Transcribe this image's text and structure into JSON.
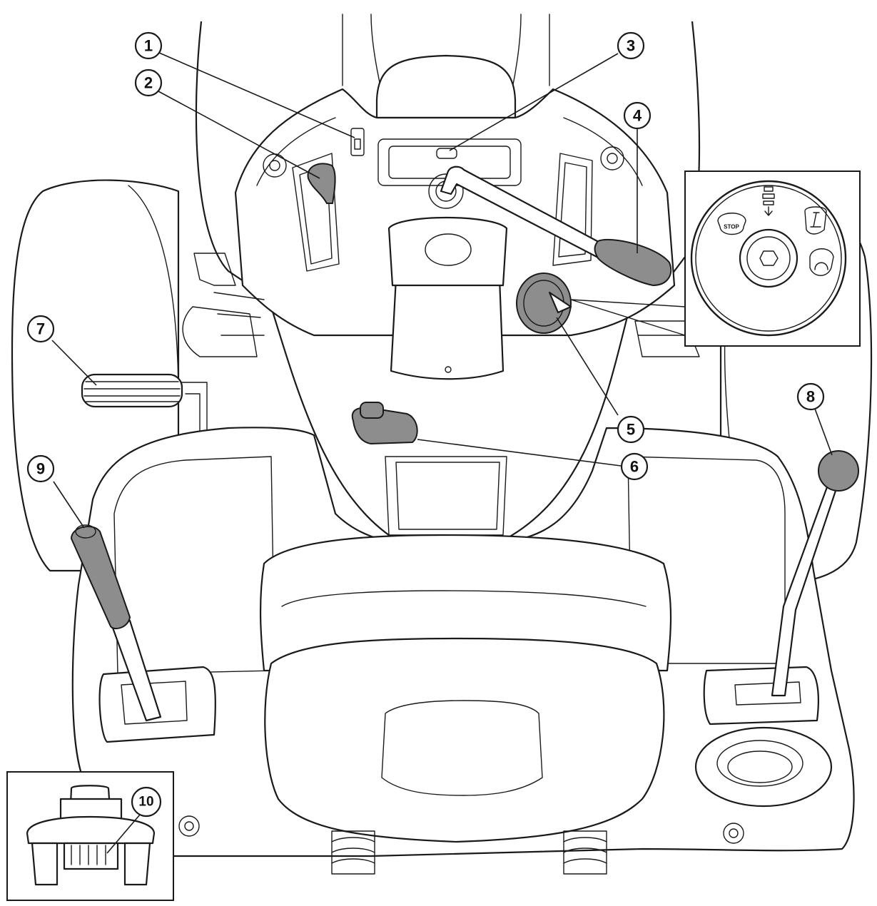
{
  "callouts": [
    {
      "label": "1"
    },
    {
      "label": "2"
    },
    {
      "label": "3"
    },
    {
      "label": "4"
    },
    {
      "label": "5"
    },
    {
      "label": "6"
    },
    {
      "label": "7"
    },
    {
      "label": "8"
    },
    {
      "label": "9"
    },
    {
      "label": "10"
    }
  ],
  "ignition_inset": {
    "stop_label": "STOP"
  },
  "colors": {
    "line": "#1a1a1a",
    "handle_grey": "#8d8d8d",
    "background": "#ffffff"
  }
}
